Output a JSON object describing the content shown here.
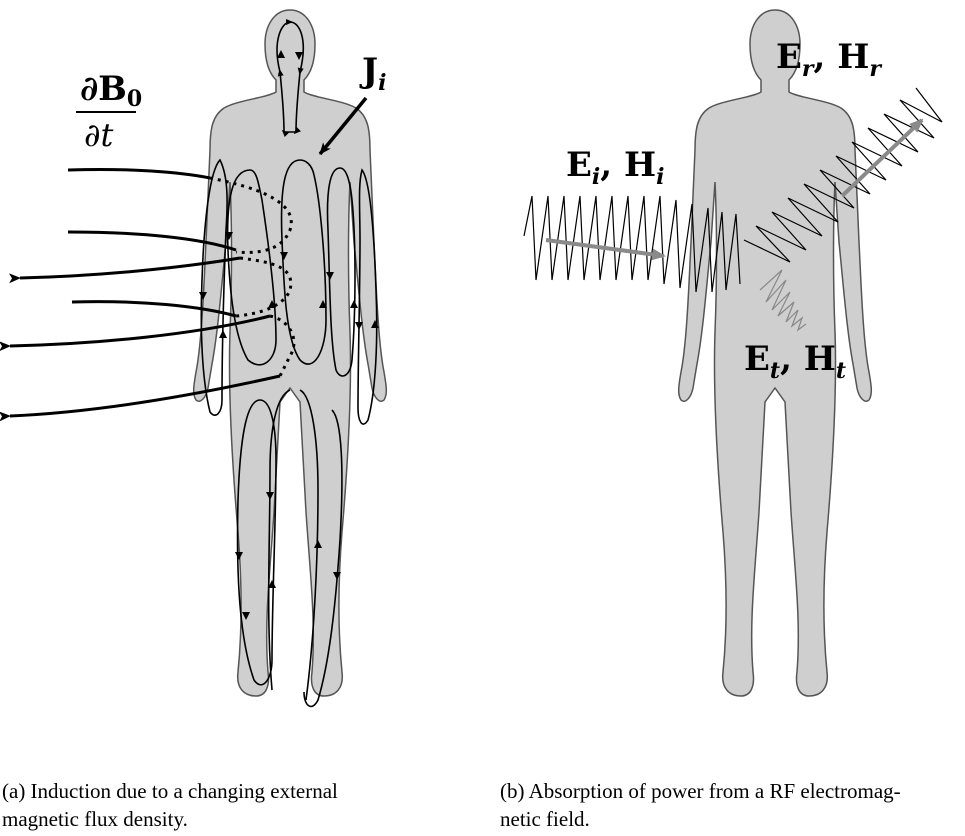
{
  "panel_a": {
    "flux_numerator": "∂B",
    "flux_numerator_sub": "0",
    "flux_denominator": "∂t",
    "current_symbol": "J",
    "current_sub": "i",
    "caption_line1": "(a)  Induction due to a changing external",
    "caption_line2": "magnetic flux density."
  },
  "panel_b": {
    "incident": {
      "e": "E",
      "e_sub": "i",
      "sep": ", ",
      "h": "H",
      "h_sub": "i"
    },
    "reflected": {
      "e": "E",
      "e_sub": "r",
      "sep": ", ",
      "h": "H",
      "h_sub": "r"
    },
    "transmitted": {
      "e": "E",
      "e_sub": "t",
      "sep": ", ",
      "h": "H",
      "h_sub": "t"
    },
    "caption_line1": "(b)  Absorption of power from a RF electromag-",
    "caption_line2": "netic field."
  },
  "colors": {
    "body_fill": "#cfcfcf",
    "body_stroke": "#555555",
    "line": "#000000",
    "arrow_gray": "#8a8a8a"
  }
}
